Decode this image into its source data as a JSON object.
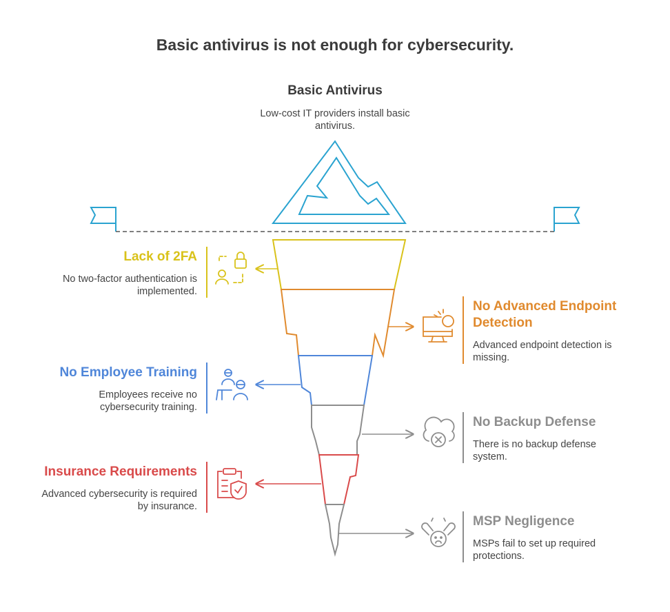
{
  "title": "Basic antivirus is not enough for cybersecurity.",
  "top": {
    "heading": "Basic Antivirus",
    "desc_line1": "Low-cost IT providers install basic",
    "desc_line2": "antivirus.",
    "color": "#2aa3d0",
    "icon": "mountain-icon"
  },
  "layers": [
    {
      "id": "2fa",
      "side": "left",
      "title": "Lack of 2FA",
      "line1": "No two-factor authentication is",
      "line2": "implemented.",
      "color": "#d9c21a",
      "icon": "locked-user-icon"
    },
    {
      "id": "endpoint",
      "side": "right",
      "title_line1": "No Advanced Endpoint",
      "title_line2": "Detection",
      "line1": "Advanced endpoint detection is",
      "line2": "missing.",
      "color": "#e08a2e",
      "icon": "monitor-alert-icon"
    },
    {
      "id": "training",
      "side": "left",
      "title": "No Employee Training",
      "line1": "Employees receive no",
      "line2": "cybersecurity training.",
      "color": "#4f86d9",
      "icon": "teacher-student-icon"
    },
    {
      "id": "backup",
      "side": "right",
      "title": "No Backup Defense",
      "line1": "There is no backup defense",
      "line2": "system.",
      "color": "#8d8d8d",
      "icon": "cloud-error-icon"
    },
    {
      "id": "insurance",
      "side": "left",
      "title": "Insurance Requirements",
      "line1": "Advanced cybersecurity is required",
      "line2": "by insurance.",
      "color": "#d94a4a",
      "icon": "clipboard-shield-icon"
    },
    {
      "id": "msp",
      "side": "right",
      "title": "MSP Negligence",
      "line1": "MSPs fail to set up required",
      "line2": "protections.",
      "color": "#8d8d8d",
      "icon": "stressed-person-icon"
    }
  ],
  "waterline_color": "#555555",
  "flag_color": "#2aa3d0"
}
